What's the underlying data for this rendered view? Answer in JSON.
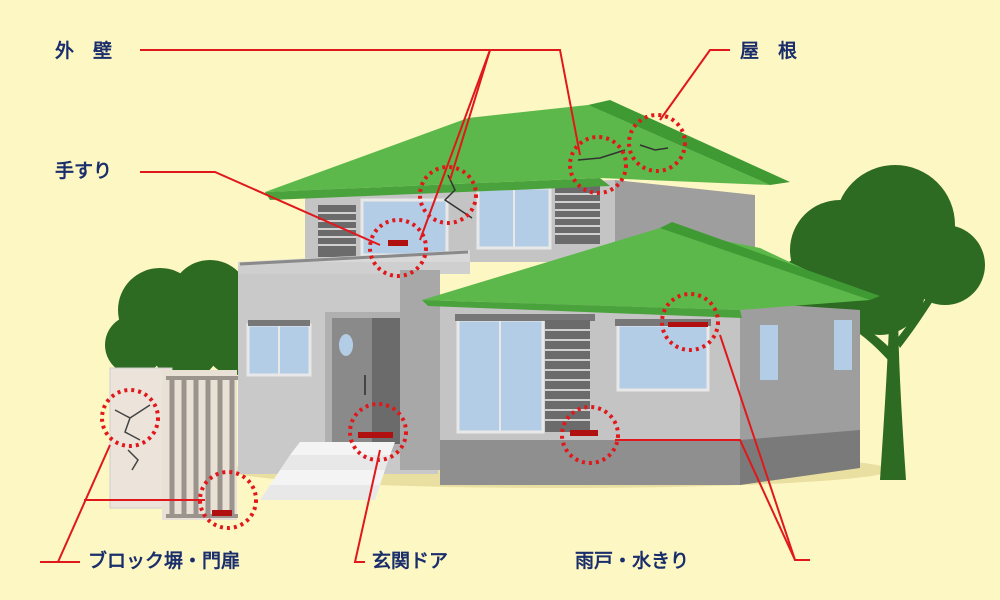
{
  "labels": {
    "outer_wall": "外　壁",
    "roof": "屋　根",
    "handrail": "手すり",
    "block_wall_gate": "ブロック塀・門扉",
    "entrance_door": "玄関ドア",
    "shutter_flashing": "雨戸・水きり"
  },
  "colors": {
    "background": "#fdf7c3",
    "roof": "#5cb84a",
    "roof_dark": "#3f9a34",
    "wall": "#b8b8b8",
    "wall_dark": "#9a9a9a",
    "window": "#b4cde6",
    "tree": "#2d6a22",
    "callout": "#e0181b",
    "label": "#1a2e6b"
  }
}
